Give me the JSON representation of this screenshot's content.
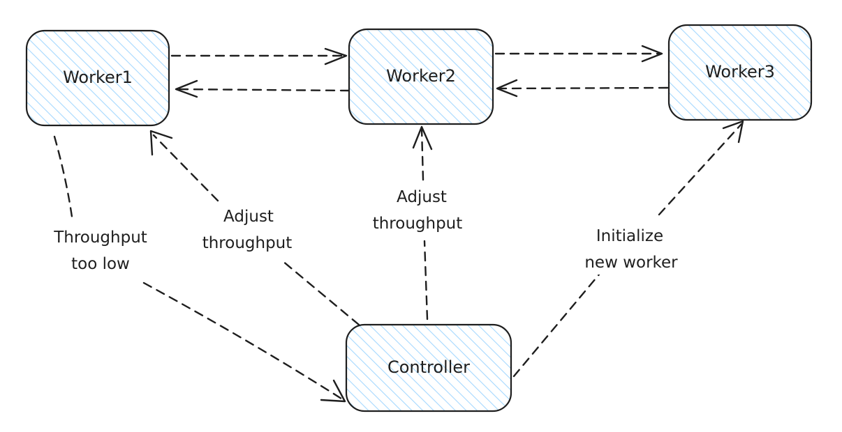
{
  "diagram": {
    "colors": {
      "stroke": "#1e1e1e",
      "hatch": "#a5d8ff",
      "background": "#ffffff"
    },
    "nodes": {
      "worker1": {
        "label": "Worker1"
      },
      "worker2": {
        "label": "Worker2"
      },
      "worker3": {
        "label": "Worker3"
      },
      "controller": {
        "label": "Controller"
      }
    },
    "edge_labels": {
      "throughput_too_low": [
        "Throughput",
        "too low"
      ],
      "adjust_throughput_w1": [
        "Adjust",
        "throughput"
      ],
      "adjust_throughput_w2": [
        "Adjust",
        "throughput"
      ],
      "initialize_new_worker": [
        "Initialize",
        "new worker"
      ]
    }
  }
}
